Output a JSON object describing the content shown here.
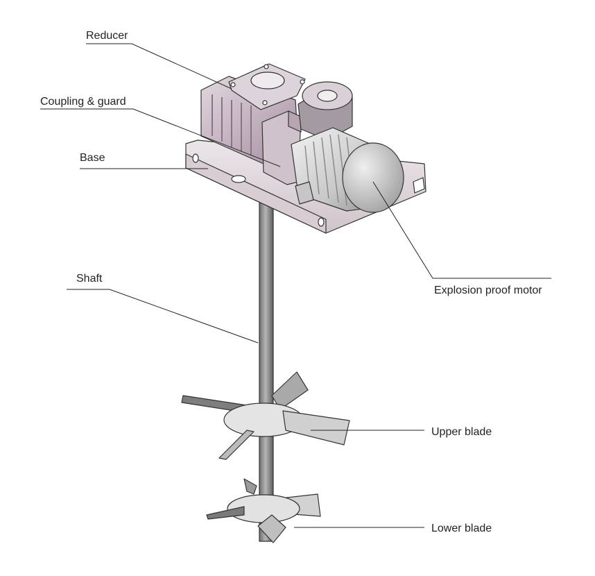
{
  "labels": {
    "reducer": "Reducer",
    "coupling_guard": "Coupling & guard",
    "base": "Base",
    "shaft": "Shaft",
    "motor": "Explosion proof motor",
    "upper_blade": "Upper blade",
    "lower_blade": "Lower blade"
  },
  "colors": {
    "reducer_body": "#cbbcc6",
    "reducer_shadow": "#a88ea0",
    "base_plate": "#dcd4d9",
    "metal_light": "#e4e4e4",
    "metal_mid": "#bdbdbd",
    "metal_dark": "#8e8e8e",
    "line": "#222222"
  }
}
